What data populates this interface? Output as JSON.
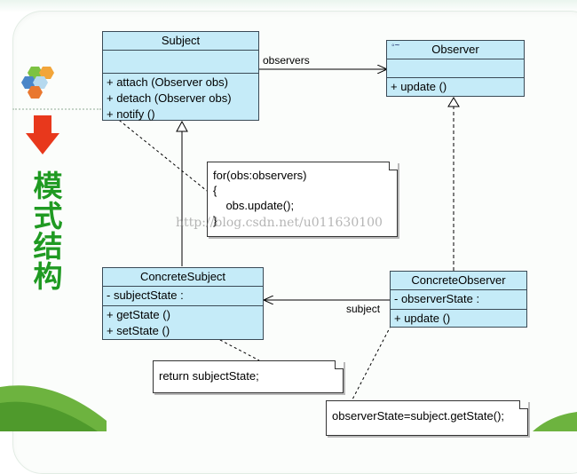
{
  "slide": {
    "side_title": "模式结构",
    "accent_colors": {
      "title_green": "#1f9a22",
      "class_fill": "#c5ebf8",
      "arrow_red": "#e8381c"
    }
  },
  "classes": {
    "subject": {
      "name": "Subject",
      "attributes": [],
      "operations": [
        "+  attach (Observer obs)",
        "+  detach (Observer obs)",
        "+  notify ()"
      ]
    },
    "observer": {
      "name": "Observer",
      "stereotype_icon": "interface-icon",
      "attributes": [],
      "operations": [
        "+  update ()"
      ]
    },
    "concrete_subject": {
      "name": "ConcreteSubject",
      "attributes": [
        "-  subjectState  :"
      ],
      "operations": [
        "+  getState ()",
        "+  setState ()"
      ]
    },
    "concrete_observer": {
      "name": "ConcreteObserver",
      "attributes": [
        "-  observerState  :"
      ],
      "operations": [
        "+  update ()"
      ]
    }
  },
  "associations": {
    "observers_label": "observers",
    "subject_label": "subject"
  },
  "notes": {
    "notify_note": [
      "for(obs:observers)",
      "{",
      "    obs.update();",
      "}"
    ],
    "get_state_note": [
      "return subjectState;"
    ],
    "update_note": [
      "observerState=subject.getState();"
    ]
  },
  "watermark": "http://blog.csdn.net/u011630100"
}
